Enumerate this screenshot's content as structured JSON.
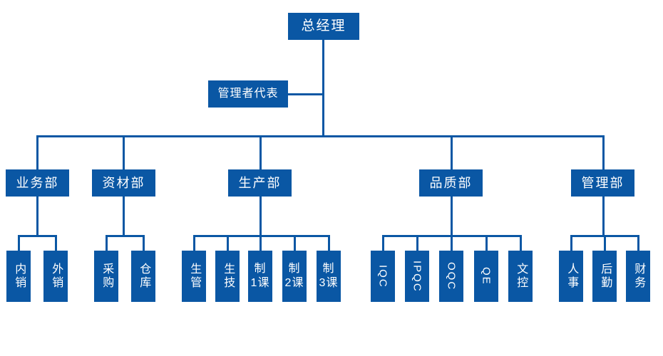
{
  "colors": {
    "box_fill": "#0a57a4",
    "line": "#0a57a4",
    "text": "#ffffff",
    "background": "#ffffff"
  },
  "org_chart": {
    "type": "organization-chart",
    "root": {
      "label": "总经理"
    },
    "staff": {
      "label": "管理者代表"
    },
    "departments": [
      {
        "label": "业务部",
        "children": [
          {
            "label": "内销",
            "orientation": "vertical-cjk"
          },
          {
            "label": "外销",
            "orientation": "vertical-cjk"
          }
        ]
      },
      {
        "label": "资材部",
        "children": [
          {
            "label": "采购",
            "orientation": "vertical-cjk"
          },
          {
            "label": "仓库",
            "orientation": "vertical-cjk"
          }
        ]
      },
      {
        "label": "生产部",
        "children": [
          {
            "label": "生管",
            "orientation": "vertical-cjk"
          },
          {
            "label": "生技",
            "orientation": "vertical-cjk"
          },
          {
            "label": "制1课",
            "orientation": "stacked",
            "line1": "制",
            "line2": "1课"
          },
          {
            "label": "制2课",
            "orientation": "stacked",
            "line1": "制",
            "line2": "2课"
          },
          {
            "label": "制3课",
            "orientation": "stacked",
            "line1": "制",
            "line2": "3课"
          }
        ]
      },
      {
        "label": "品质部",
        "children": [
          {
            "label": "IQC",
            "orientation": "vertical-latin"
          },
          {
            "label": "IPQC",
            "orientation": "vertical-latin"
          },
          {
            "label": "OQC",
            "orientation": "vertical-latin"
          },
          {
            "label": "QE",
            "orientation": "vertical-latin"
          },
          {
            "label": "文控",
            "orientation": "vertical-cjk"
          }
        ]
      },
      {
        "label": "管理部",
        "children": [
          {
            "label": "人事",
            "orientation": "vertical-cjk"
          },
          {
            "label": "后勤",
            "orientation": "vertical-cjk"
          },
          {
            "label": "财务",
            "orientation": "vertical-cjk"
          }
        ]
      }
    ]
  }
}
